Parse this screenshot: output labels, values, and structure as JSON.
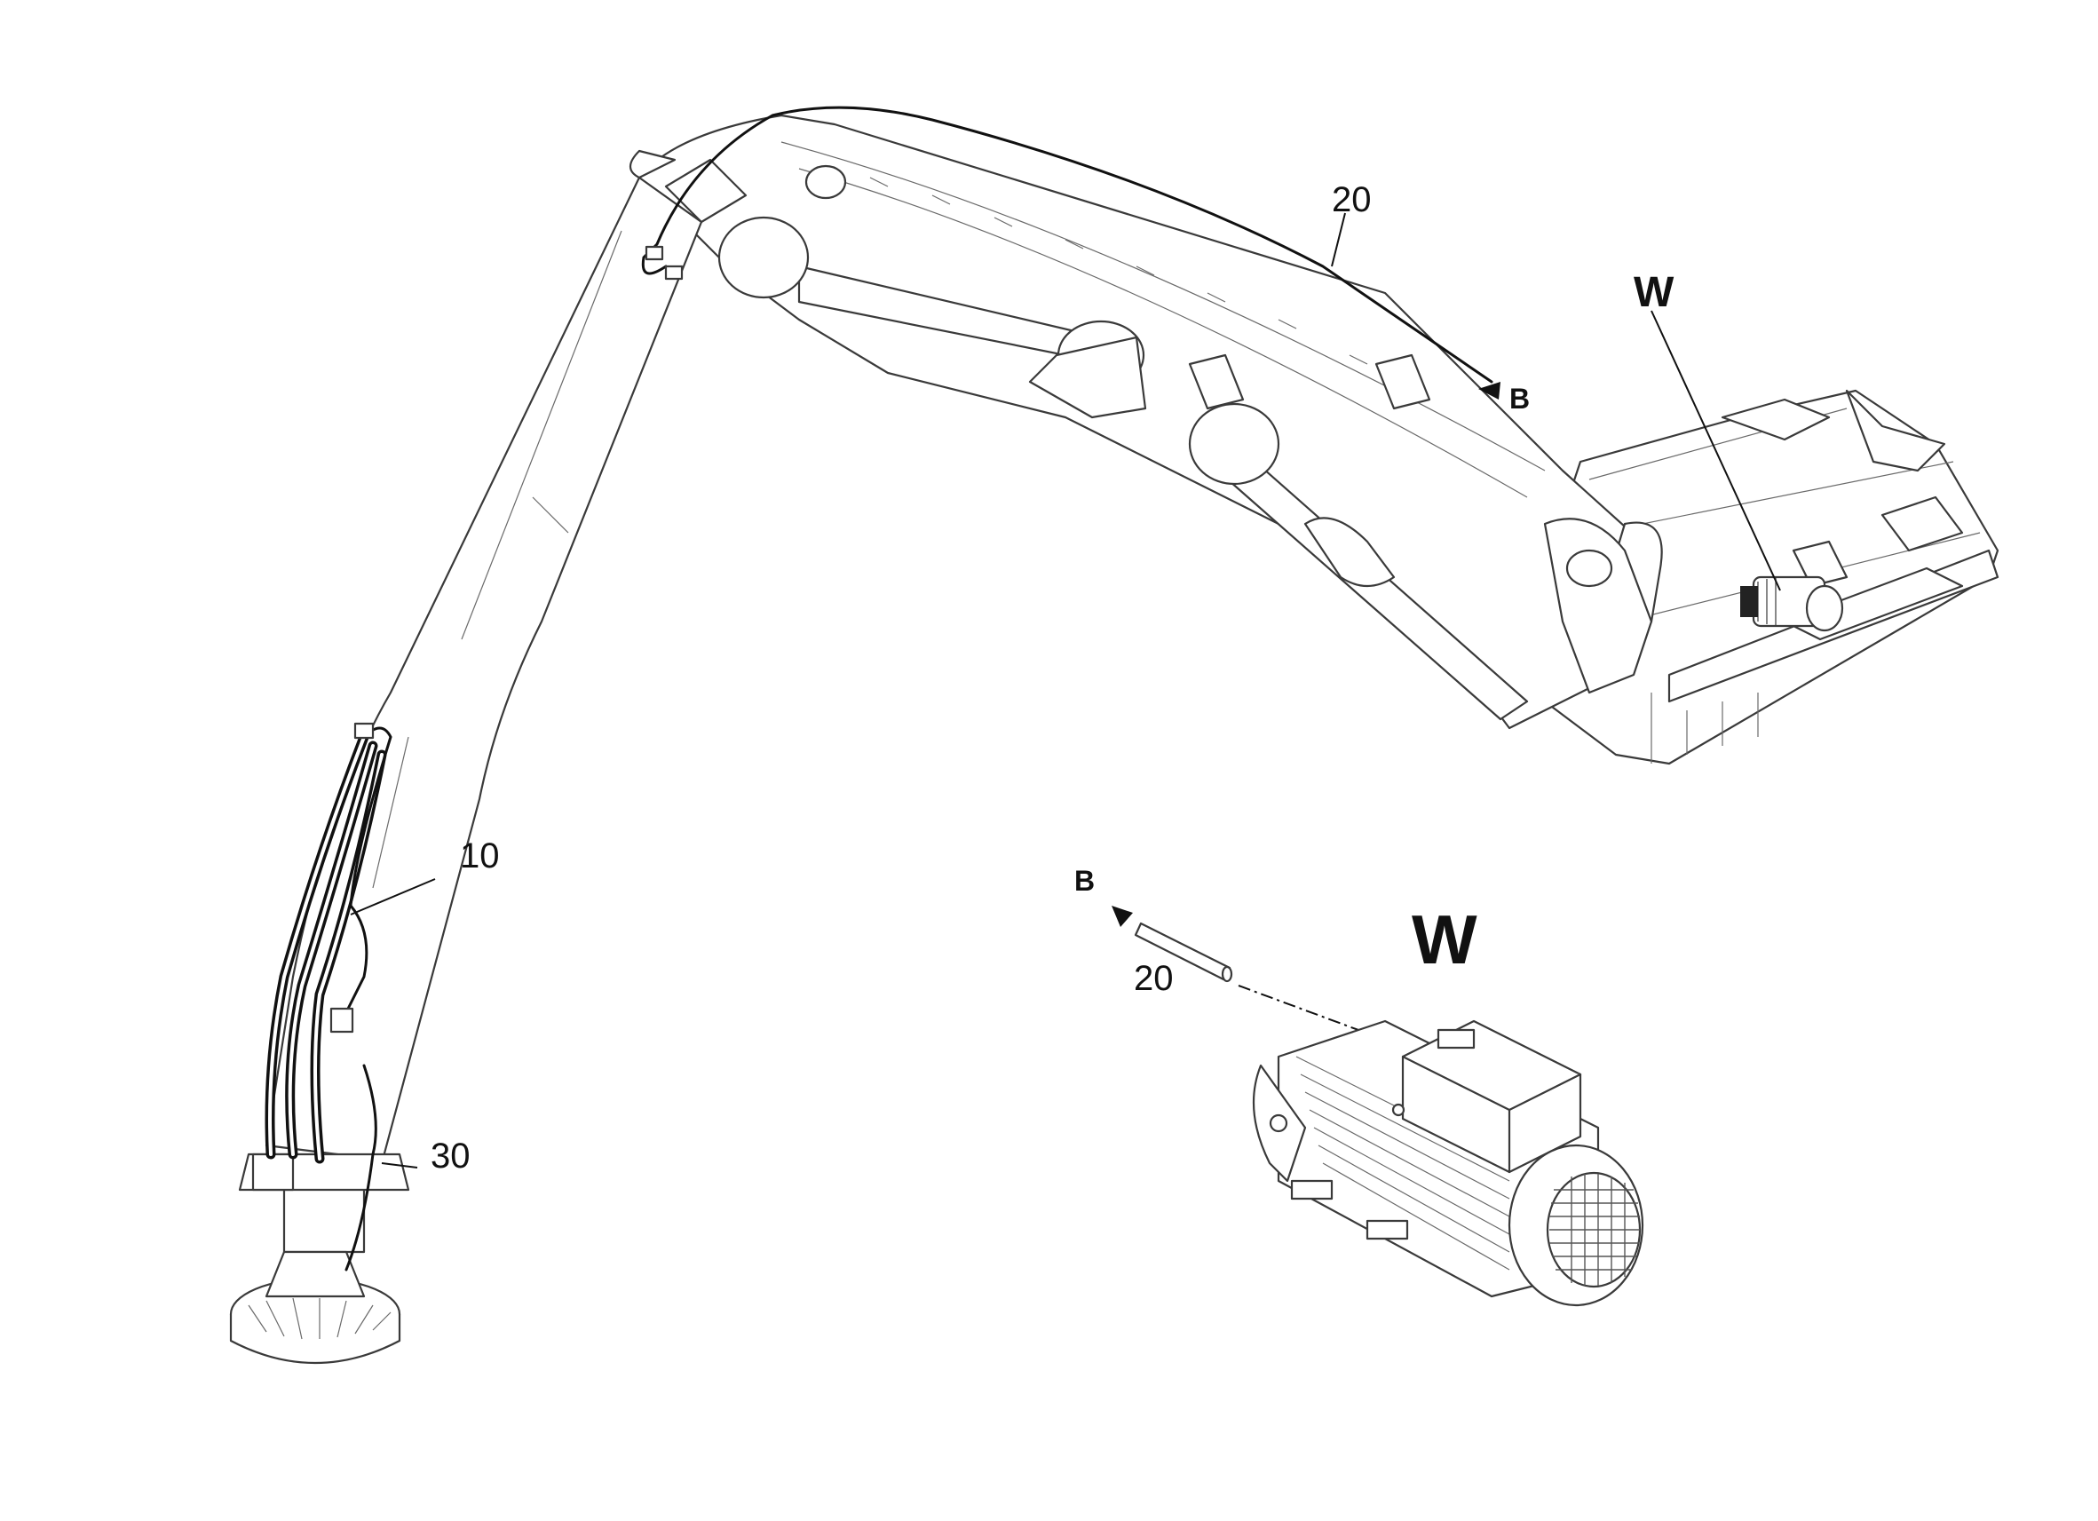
{
  "callouts": {
    "cable_20_top": "20",
    "cable_10": "10",
    "cable_30": "30",
    "cable_20_detail": "20"
  },
  "arrows": {
    "b_top": "B",
    "b_detail": "B"
  },
  "views": {
    "w_marker": "W",
    "w_detail_title": "W"
  }
}
